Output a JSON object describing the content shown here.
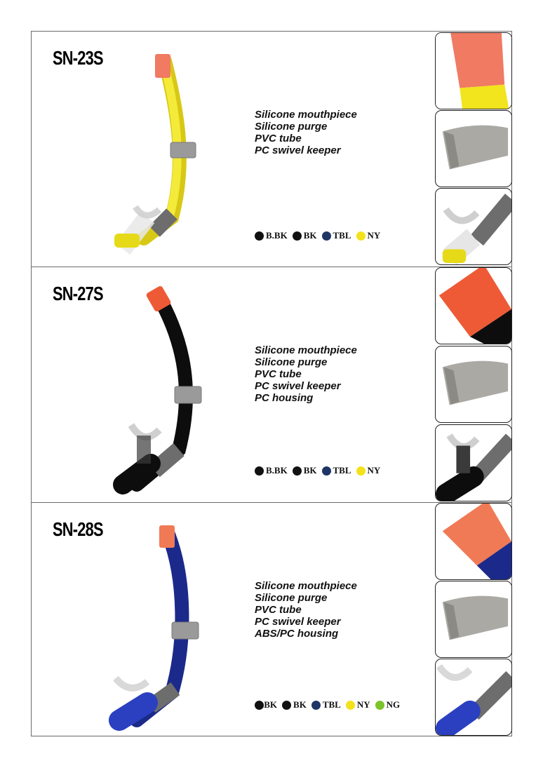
{
  "products": [
    {
      "model": "SN-23S",
      "features": [
        "Silicone mouthpiece",
        "Silicone purge",
        "PVC tube",
        "PC swivel keeper"
      ],
      "colors": [
        {
          "label": "B.BK",
          "hex": "#111111"
        },
        {
          "label": "BK",
          "hex": "#111111"
        },
        {
          "label": "TBL",
          "hex": "#1f3566"
        },
        {
          "label": "NY",
          "hex": "#f3e21a"
        }
      ],
      "tube_color": "#f2e41d",
      "tip_color": "#f07a62"
    },
    {
      "model": "SN-27S",
      "features": [
        "Silicone mouthpiece",
        "Silicone purge",
        "PVC tube",
        "PC swivel keeper",
        "PC housing"
      ],
      "colors": [
        {
          "label": "B.BK",
          "hex": "#111111"
        },
        {
          "label": "BK",
          "hex": "#111111"
        },
        {
          "label": "TBL",
          "hex": "#1f3566"
        },
        {
          "label": "NY",
          "hex": "#f3e21a"
        }
      ],
      "tube_color": "#0d0d0d",
      "tip_color": "#ee5a35"
    },
    {
      "model": "SN-28S",
      "features": [
        "Silicone mouthpiece",
        "Silicone purge",
        "PVC tube",
        "PC swivel keeper",
        "ABS/PC housing"
      ],
      "colors": [
        {
          "label": ".BK",
          "hex": "#111111"
        },
        {
          "label": "BK",
          "hex": "#111111"
        },
        {
          "label": "TBL",
          "hex": "#1f3566"
        },
        {
          "label": "NY",
          "hex": "#f3e21a"
        },
        {
          "label": "NG",
          "hex": "#7cc42a"
        }
      ],
      "tube_color": "#1b2a8a",
      "tip_color": "#f07a55"
    }
  ]
}
